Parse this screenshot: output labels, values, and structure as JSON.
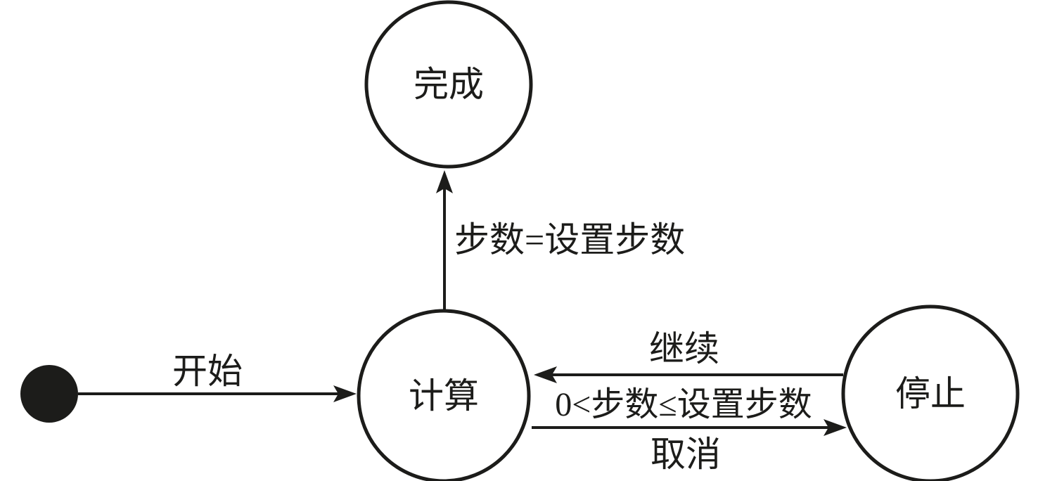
{
  "colors": {
    "background": "#ffffff",
    "ink": "#1c1c1a"
  },
  "states": [
    {
      "name": "initial",
      "type": "initial-pseudostate",
      "label": ""
    },
    {
      "name": "done",
      "type": "state",
      "label": "完成"
    },
    {
      "name": "compute",
      "type": "state",
      "label": "计算"
    },
    {
      "name": "stop",
      "type": "state",
      "label": "停止"
    }
  ],
  "transitions": [
    {
      "name": "start",
      "from": "initial",
      "to": "compute",
      "label": "开始"
    },
    {
      "name": "finish",
      "from": "compute",
      "to": "done",
      "label": "步数=设置步数"
    },
    {
      "name": "continue",
      "from": "stop",
      "to": "compute",
      "label": "继续"
    },
    {
      "name": "cancel",
      "from": "compute",
      "to": "stop",
      "label": "取消"
    },
    {
      "name": "loop-guard",
      "applies_to": "compute-stop",
      "label": "0<步数≤设置步数"
    }
  ]
}
